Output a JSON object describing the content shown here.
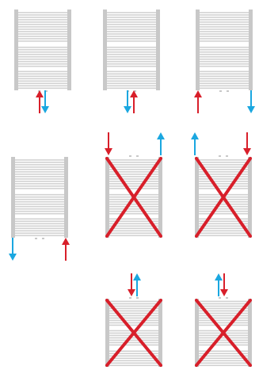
{
  "colors": {
    "background": "#ffffff",
    "radiator_rail": "#c8c8c8",
    "radiator_bar": "#d2d2d2",
    "supply_arrow": "#d81f2a",
    "return_arrow": "#1aa7e0",
    "cross": "#d81f2a"
  },
  "radiators": [
    {
      "id": "r1",
      "status": "correct",
      "connection": "bottom-center",
      "arrows": [
        "supply-up",
        "return-down"
      ]
    },
    {
      "id": "r2",
      "status": "correct",
      "connection": "bottom-center",
      "arrows": [
        "return-down",
        "supply-up"
      ]
    },
    {
      "id": "r3",
      "status": "correct",
      "connection": "bottom-opposite",
      "arrows": [
        "supply-up-left",
        "return-down-right"
      ]
    },
    {
      "id": "r4",
      "status": "correct",
      "connection": "bottom-opposite",
      "arrows": [
        "return-down-left",
        "supply-up-right"
      ]
    },
    {
      "id": "r5",
      "status": "incorrect",
      "connection": "top-opposite",
      "arrows": [
        "supply-down-left",
        "return-up-right"
      ]
    },
    {
      "id": "r6",
      "status": "incorrect",
      "connection": "top-opposite",
      "arrows": [
        "return-up-left",
        "supply-down-right"
      ]
    },
    {
      "id": "r7",
      "status": "incorrect",
      "connection": "top-center",
      "arrows": [
        "supply-down",
        "return-up"
      ]
    },
    {
      "id": "r8",
      "status": "incorrect",
      "connection": "top-center",
      "arrows": [
        "return-up",
        "supply-down"
      ]
    }
  ]
}
